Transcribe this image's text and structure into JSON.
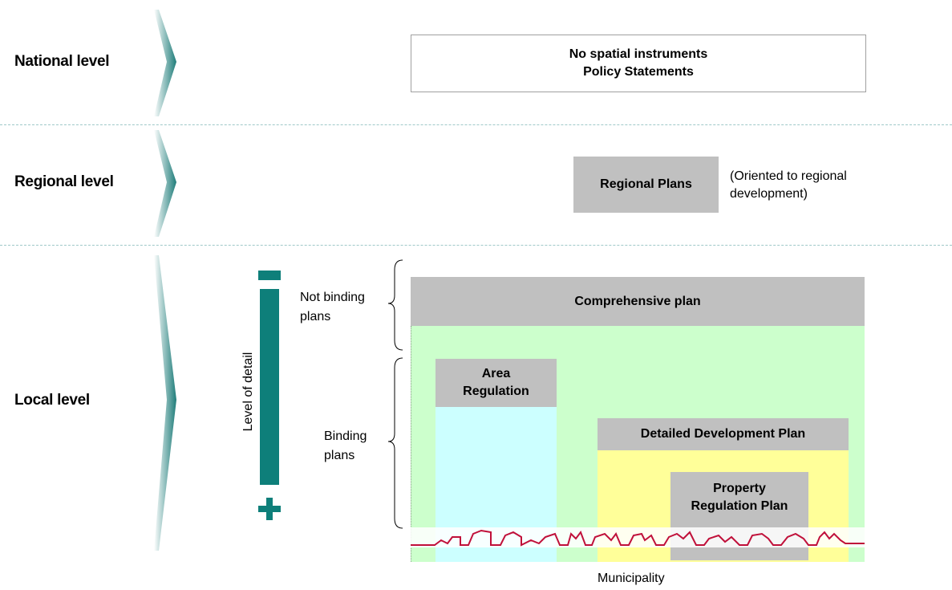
{
  "levels": {
    "national": "National level",
    "regional": "Regional level",
    "local": "Local level"
  },
  "national_box": {
    "line1": "No spatial instruments",
    "line2": "Policy Statements"
  },
  "regional_box": {
    "title": "Regional Plans",
    "note_line1": "(Oriented to regional",
    "note_line2": "development)"
  },
  "detail_axis": {
    "label": "Level of detail",
    "minus_symbol": "minus-icon",
    "plus_symbol": "plus-icon"
  },
  "brackets": {
    "not_binding_line1": "Not binding",
    "not_binding_line2": "plans",
    "binding_line1": "Binding",
    "binding_line2": "plans"
  },
  "plans": {
    "comprehensive": "Comprehensive plan",
    "area_line1": "Area",
    "area_line2": "Regulation",
    "detailed": "Detailed Development Plan",
    "property_line1": "Property",
    "property_line2": "Regulation Plan"
  },
  "footer": {
    "municipality": "Municipality"
  },
  "colors": {
    "teal": "#0e7f7a",
    "gray_box": "#c0c0c0",
    "green_fill": "#ccffcc",
    "cyan_fill": "#ccffff",
    "yellow_fill": "#ffff99",
    "skyline": "#c0103a"
  }
}
